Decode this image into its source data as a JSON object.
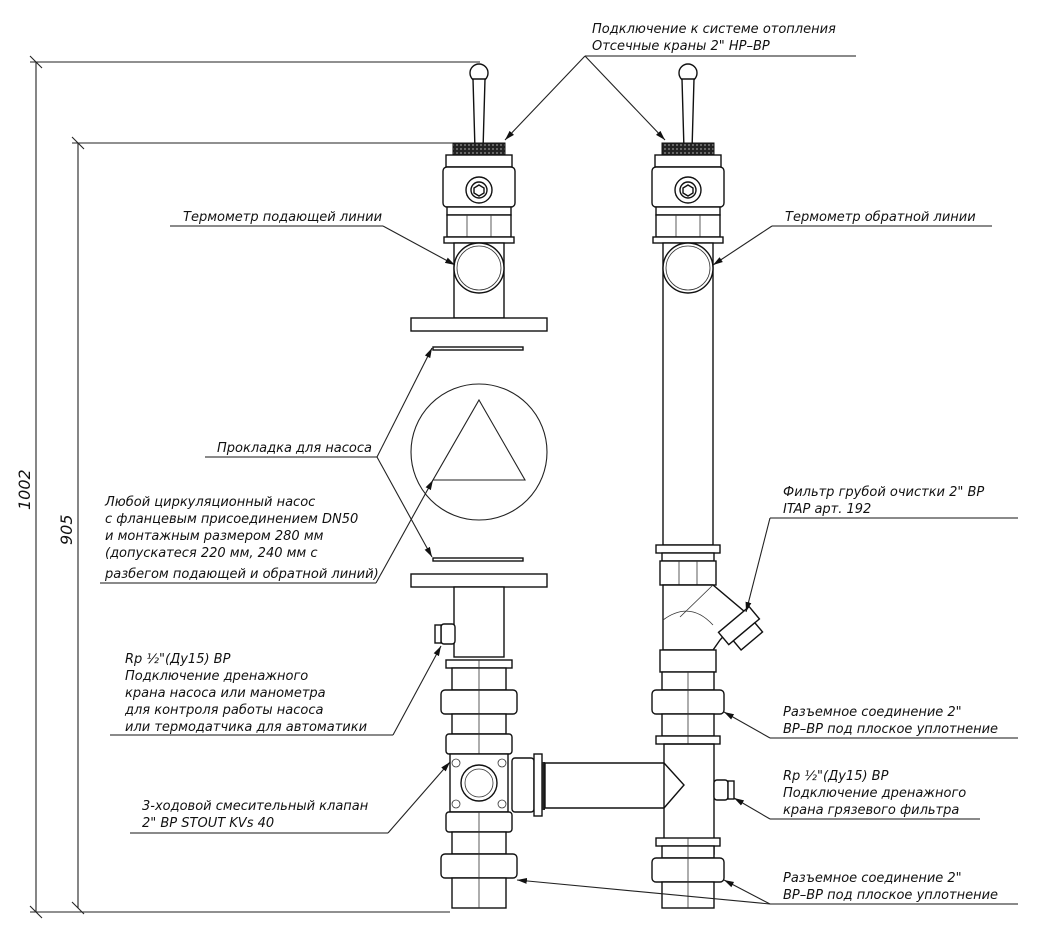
{
  "dimensions": {
    "overall_height": "1002",
    "inner_height": "905"
  },
  "labels": {
    "shutoff_valves": [
      "Подключение к системе отопления",
      "Отсечные краны 2\" НР–ВР"
    ],
    "supply_thermometer": [
      "Термометр подающей линии"
    ],
    "return_thermometer": [
      "Термометр обратной линии"
    ],
    "pump_gasket": [
      "Прокладка для насоса"
    ],
    "pump": [
      "Любой циркуляционный насос",
      "с фланцевым присоединением DN50",
      "и монтажным размером 280 мм",
      "(допускатеся 220 мм, 240 мм с",
      "разбегом подающей и обратной линий)"
    ],
    "pump_drain": [
      "Rp ½\"(Ду15) ВР",
      "Подключение дренажного",
      "крана насоса или манометра",
      "для контроля работы насоса",
      "или термодатчика для автоматики"
    ],
    "mixing_valve": [
      "3-ходовой смесительный клапан",
      "2\" ВР STOUT KVs 40"
    ],
    "strainer": [
      "Фильтр грубой очистки 2\" ВР",
      "ITAP арт. 192"
    ],
    "union_upper": [
      "Разъемное соединение 2\"",
      "ВР–ВР под плоское уплотнение"
    ],
    "strainer_drain": [
      "Rp ½\"(Ду15) ВР",
      "Подключение дренажного",
      "крана грязевого фильтра"
    ],
    "union_lower": [
      "Разъемное соединение 2\"",
      "ВР–ВР под плоское уплотнение"
    ]
  }
}
